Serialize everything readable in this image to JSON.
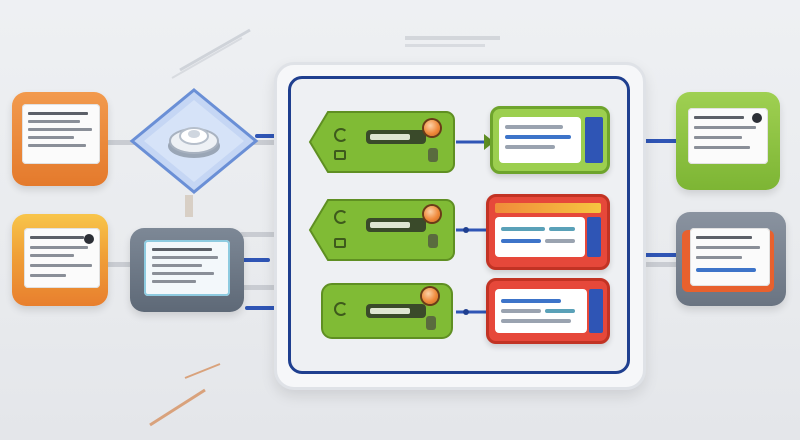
{
  "diagram": {
    "nodes": [
      {
        "id": "left-card-top",
        "kind": "document-card",
        "frame_color": "#ef8a3c"
      },
      {
        "id": "left-card-bottom",
        "kind": "document-card",
        "frame_color": "#f2a03f"
      },
      {
        "id": "diamond-node",
        "kind": "decision-diamond",
        "fill_color": "#b9cdf1"
      },
      {
        "id": "middle-card",
        "kind": "document-card",
        "frame_color": "#6f7b8a"
      },
      {
        "id": "lane-1",
        "kind": "process-lane",
        "color": "#82bd36"
      },
      {
        "id": "lane-2",
        "kind": "process-lane",
        "color": "#82bd36"
      },
      {
        "id": "lane-3",
        "kind": "process-lane",
        "color": "#82bd36"
      },
      {
        "id": "screen-1",
        "kind": "output-screen",
        "frame_color": "#8cc63f",
        "accent": "#2f55b5"
      },
      {
        "id": "screen-2",
        "kind": "output-screen",
        "frame_color": "#e0432f",
        "accent": "#f2c230"
      },
      {
        "id": "screen-3",
        "kind": "output-screen",
        "frame_color": "#e0432f",
        "accent": "#2f55b5"
      },
      {
        "id": "right-card-top",
        "kind": "document-card",
        "frame_color": "#8cc63f"
      },
      {
        "id": "right-card-bottom",
        "kind": "document-card",
        "frame_color": "#6f7b8a"
      }
    ],
    "connector_color": "#2f55b5",
    "panel_border_color": "#1f3f8f"
  }
}
